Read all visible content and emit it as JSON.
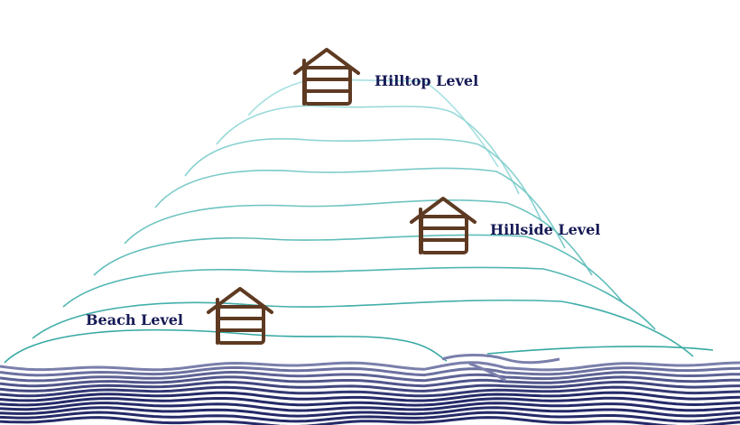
{
  "labels": {
    "hilltop": "Hilltop Level",
    "hillside": "Hillside Level",
    "beach": "Beach Level"
  },
  "colors": {
    "house": "#5e3a22",
    "hill_top": "#a6e0e0",
    "hill_bottom": "#35a8a2",
    "wave_top": "#7a7fab",
    "wave_bottom": "#252a68",
    "label": "#161a55"
  }
}
